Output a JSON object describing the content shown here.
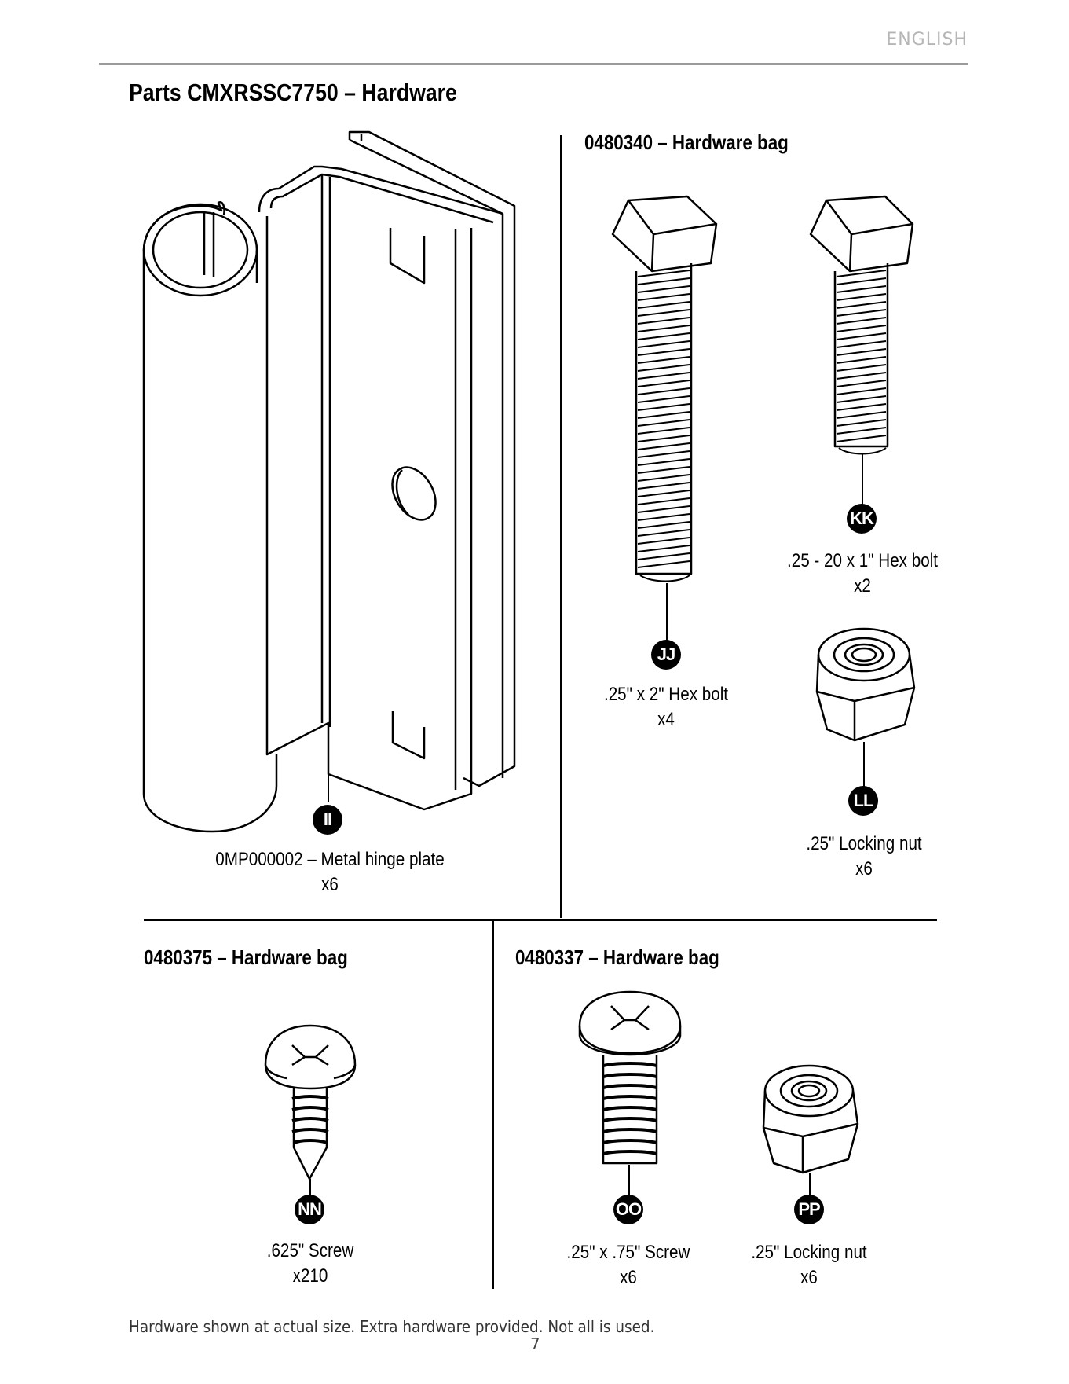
{
  "header": {
    "language": "ENGLISH",
    "title": "Parts CMXRSSC7750 – Hardware"
  },
  "sections": {
    "hinge": {
      "badge": "II",
      "label": "0MP000002 – Metal hinge plate",
      "qty": "x6"
    },
    "bag_0480340": {
      "title": "0480340 – Hardware bag",
      "jj": {
        "badge": "JJ",
        "label": ".25\" x 2\" Hex bolt",
        "qty": "x4"
      },
      "kk": {
        "badge": "KK",
        "label": ".25 - 20 x 1\" Hex bolt",
        "qty": "x2"
      },
      "ll": {
        "badge": "LL",
        "label": ".25\" Locking nut",
        "qty": "x6"
      }
    },
    "bag_0480375": {
      "title": "0480375 – Hardware bag",
      "nn": {
        "badge": "NN",
        "label": ".625\" Screw",
        "qty": "x210"
      }
    },
    "bag_0480337": {
      "title": "0480337 – Hardware bag",
      "oo": {
        "badge": "OO",
        "label": ".25\" x .75\" Screw",
        "qty": "x6"
      },
      "pp": {
        "badge": "PP",
        "label": ".25\" Locking nut",
        "qty": "x6"
      }
    }
  },
  "footer": {
    "note": "Hardware shown at actual size. Extra hardware provided. Not all is used.",
    "page_number": "7"
  }
}
